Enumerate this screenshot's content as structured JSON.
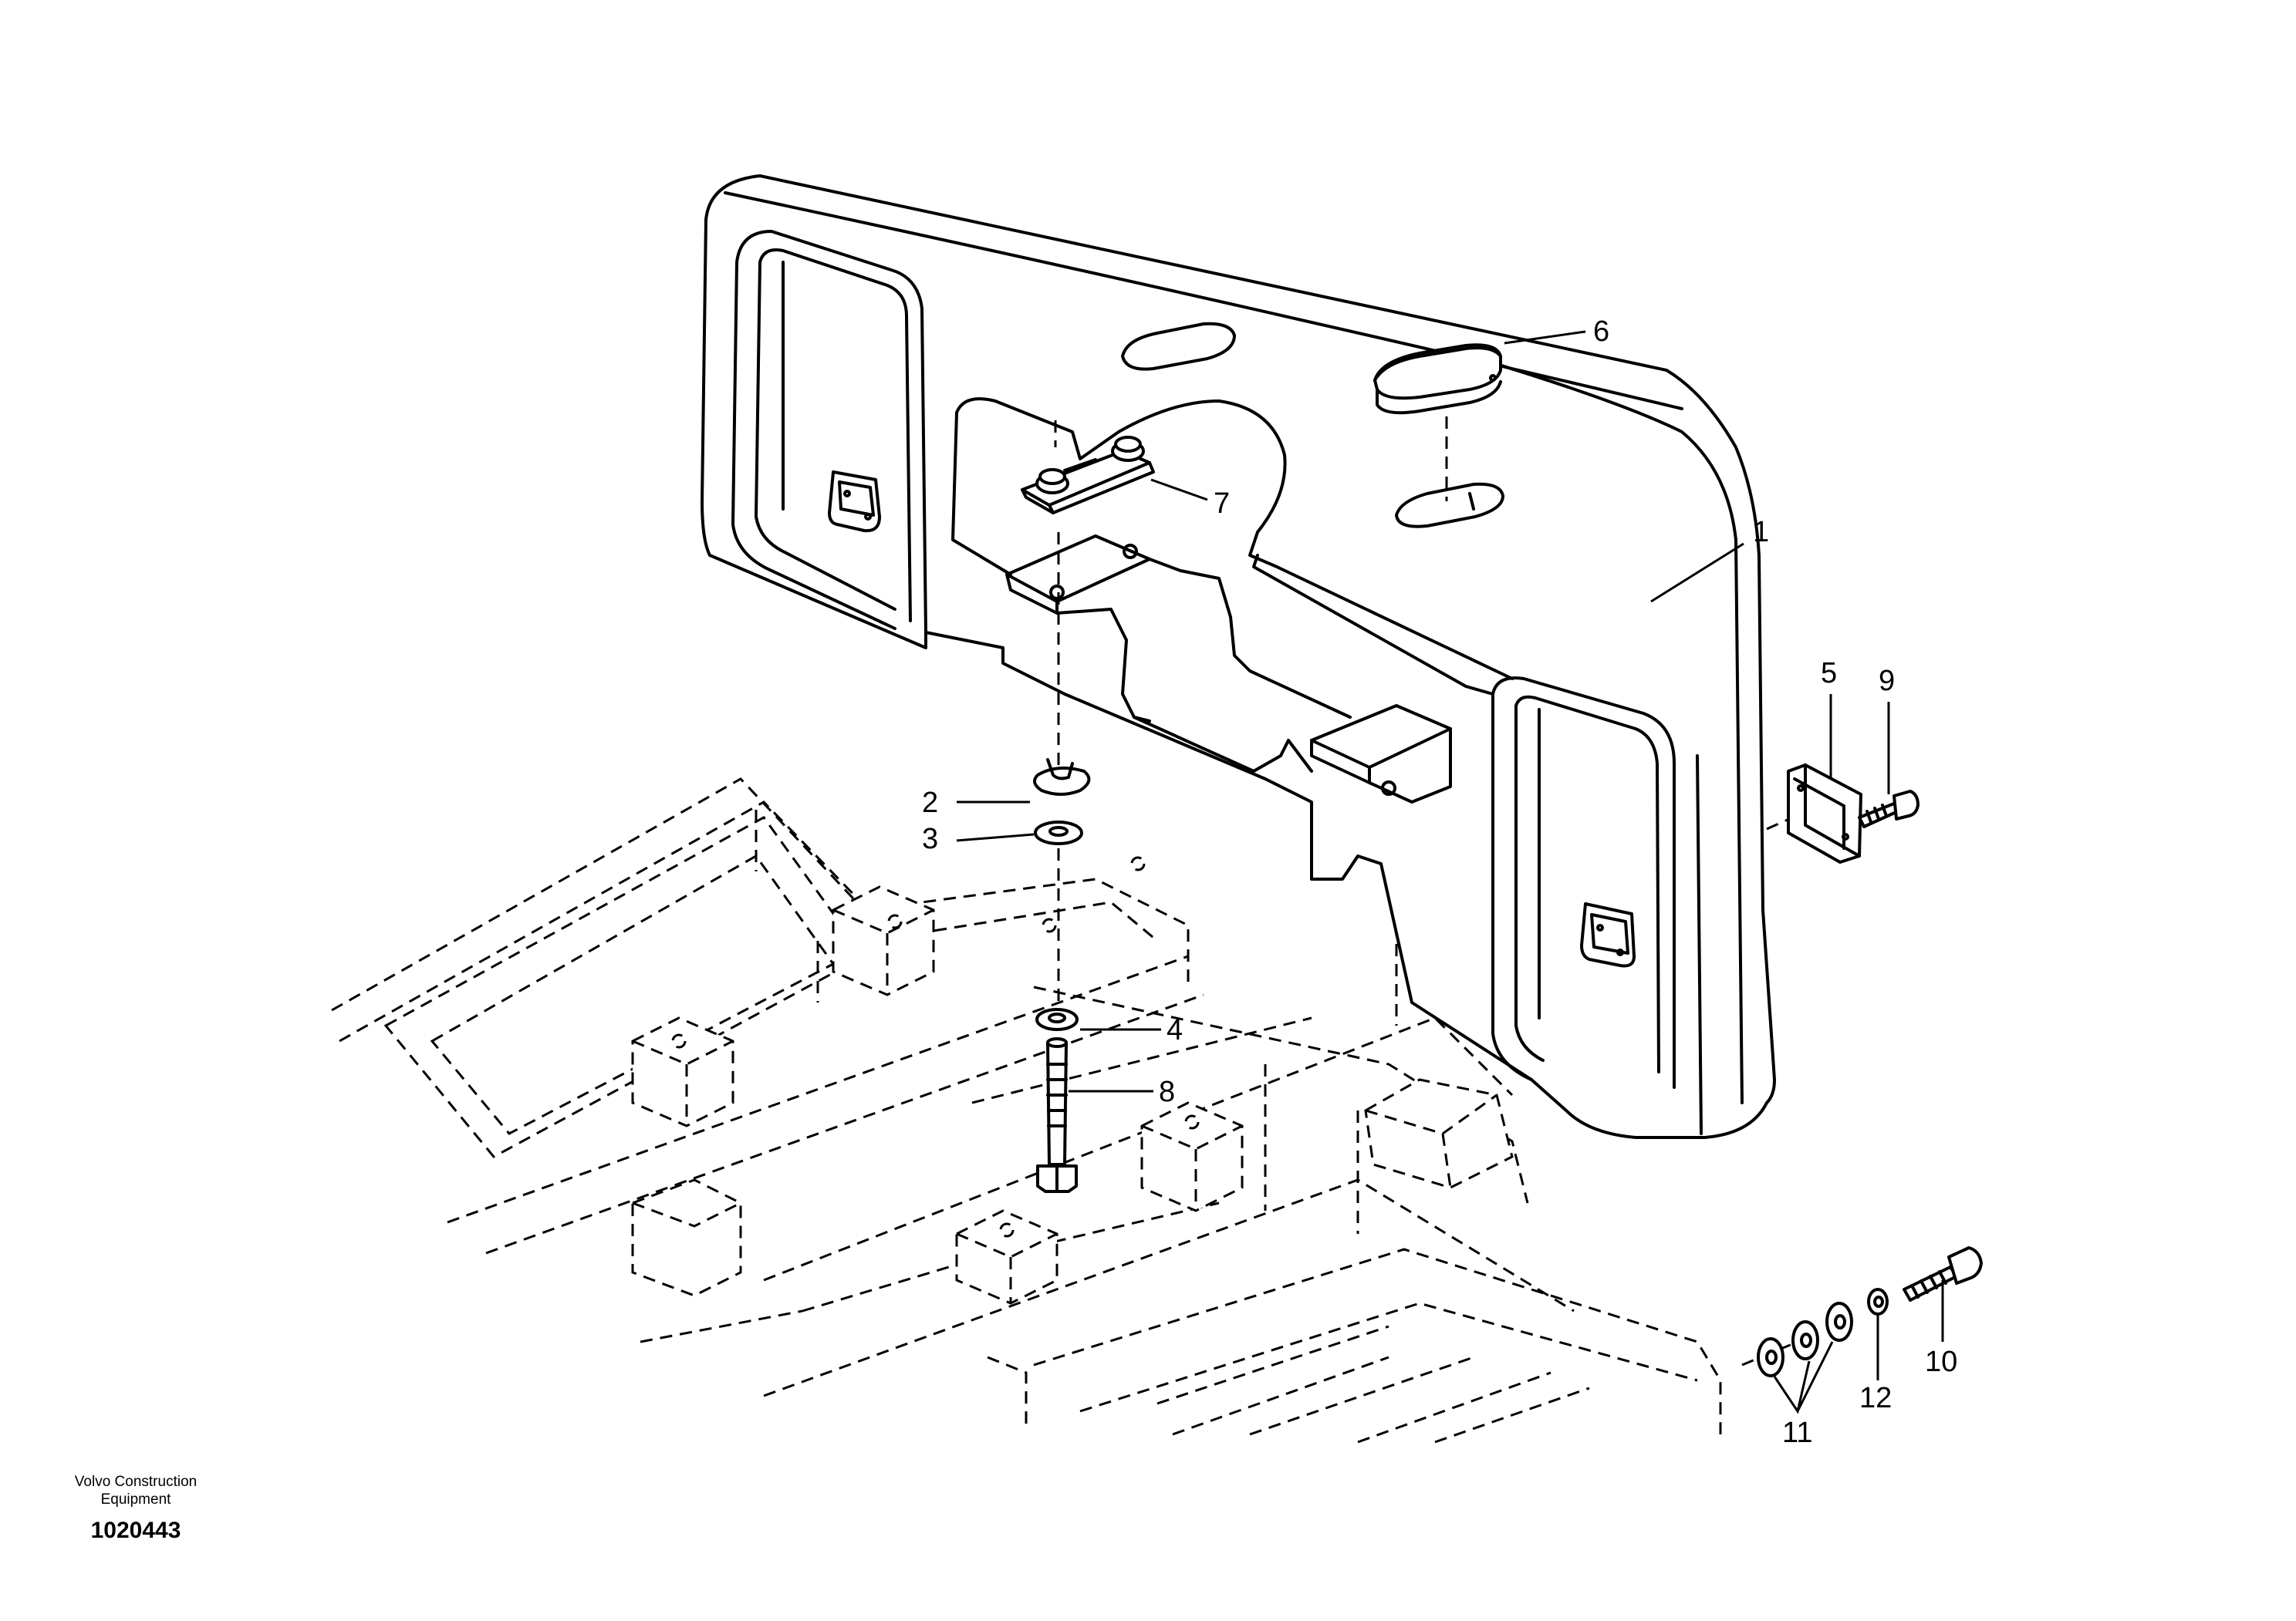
{
  "drawing": {
    "publisher_line1": "Volvo Construction",
    "publisher_line2": "Equipment",
    "number": "1020443"
  },
  "callouts": {
    "c1": "1",
    "c2": "2",
    "c3": "3",
    "c4": "4",
    "c5": "5",
    "c6": "6",
    "c7": "7",
    "c8": "8",
    "c9": "9",
    "c10": "10",
    "c11": "11",
    "c12": "12"
  },
  "colors": {
    "line": "#000000",
    "background": "#ffffff"
  }
}
